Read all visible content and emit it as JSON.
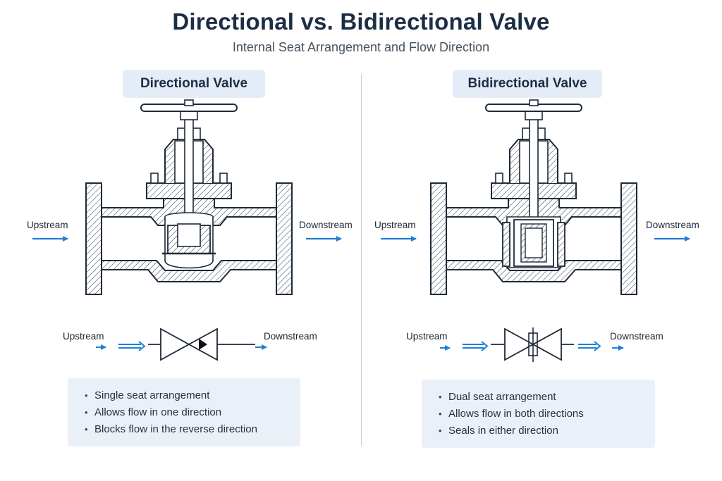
{
  "header": {
    "title": "Directional vs. Bidirectional Valve",
    "subtitle": "Internal Seat Arrangement and Flow Direction"
  },
  "left_panel": {
    "heading": "Directional Valve",
    "section_upstream": "Upstream",
    "section_downstream": "Downstream",
    "symbol_upstream": "Upstream",
    "symbol_downstream": "Downstream",
    "bullets": [
      "Single seat arrangement",
      "Allows flow in one direction",
      "Blocks flow in the reverse direction"
    ]
  },
  "right_panel": {
    "heading": "Bidirectional Valve",
    "section_upstream": "Upstream",
    "section_downstream": "Downstream",
    "symbol_upstream": "Upstream",
    "symbol_downstream": "Downstream",
    "bullets": [
      "Dual seat arrangement",
      "Allows flow in both directions",
      "Seals in either direction"
    ]
  },
  "colors": {
    "arrow": "#1e7fd6",
    "line": "#1e2a38",
    "panel_bg": "#eaf0f8",
    "pill_bg": "#e4ecf7"
  }
}
